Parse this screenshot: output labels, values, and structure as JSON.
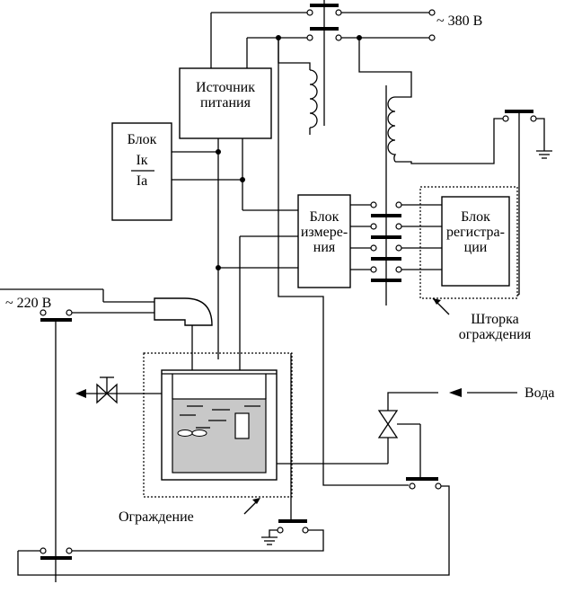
{
  "labels": {
    "supply_380": "~ 380 В",
    "supply_220": "~ 220 В",
    "power_source_line1": "Источник",
    "power_source_line2": "питания",
    "block_ik_title": "Блок",
    "block_ik_num": "Iк",
    "block_ik_den": "Iа",
    "meas_line1": "Блок",
    "meas_line2": "измере-",
    "meas_line3": "ния",
    "reg_line1": "Блок",
    "reg_line2": "регистра-",
    "reg_line3": "ции",
    "shutter_line1": "Шторка",
    "shutter_line2": "ограждения",
    "water": "Вода",
    "fence": "Ограждение"
  }
}
